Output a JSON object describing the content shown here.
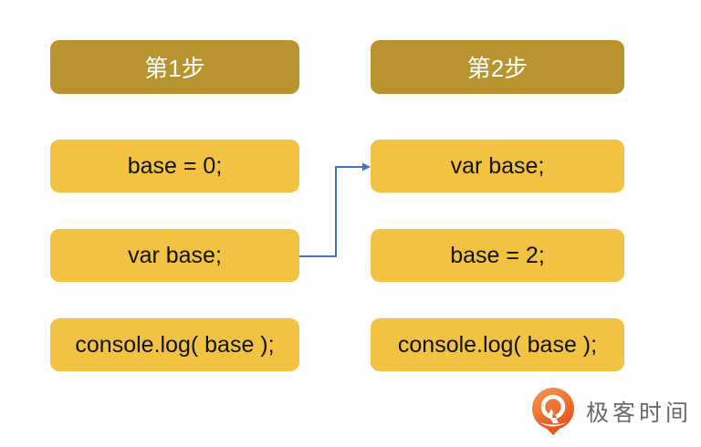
{
  "diagram": {
    "columns": [
      {
        "header": "第1步",
        "rows": [
          "base = 0;",
          "var base;",
          "console.log( base );"
        ]
      },
      {
        "header": "第2步",
        "rows": [
          "var base;",
          "base = 2;",
          "console.log( base );"
        ]
      }
    ],
    "arrow": {
      "from": "step1-var-base-box",
      "to": "step2-var-base-box",
      "color": "#4472C4"
    }
  },
  "logo": {
    "text": "极客时间",
    "icon": "geektime-logo-icon",
    "icon_color_top": "#F59A52",
    "icon_color_bottom": "#E8541C",
    "text_color": "#6A6A6A"
  },
  "colors": {
    "background": "#FFFFFF",
    "header_bg": "#B8942F",
    "header_text": "#FFFFFF",
    "box_bg": "#F2C343",
    "box_text": "#111111"
  }
}
